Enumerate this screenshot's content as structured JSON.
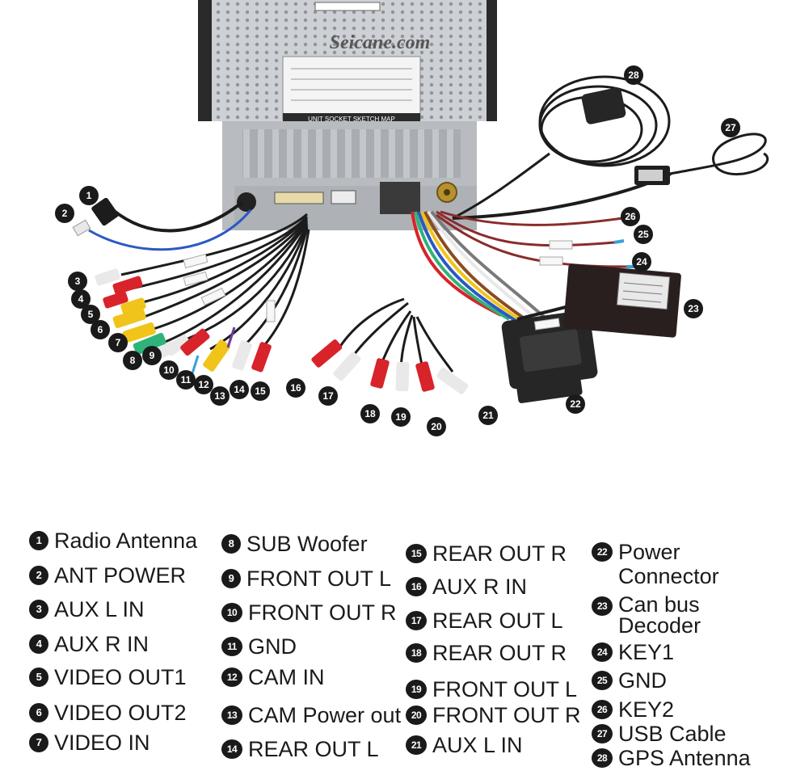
{
  "watermark": "Seicane.com",
  "unit_label": "UNIT SOCKET SKETCH MAP",
  "colors": {
    "chassis": "#c9ccd0",
    "cable_black": "#1c1c1c",
    "rca_red": "#d8232a",
    "rca_white": "#e9e9e9",
    "rca_yellow": "#f0c419",
    "rca_green": "#2fb37a",
    "tip_blue": "#3aa0d8"
  },
  "legend": [
    {
      "num": "1",
      "label": "Radio  Antenna"
    },
    {
      "num": "2",
      "label": "ANT POWER"
    },
    {
      "num": "3",
      "label": "AUX L IN"
    },
    {
      "num": "4",
      "label": "AUX R IN"
    },
    {
      "num": "5",
      "label": "VIDEO OUT1"
    },
    {
      "num": "6",
      "label": "VIDEO OUT2"
    },
    {
      "num": "7",
      "label": "VIDEO IN"
    },
    {
      "num": "8",
      "label": "SUB Woofer"
    },
    {
      "num": "9",
      "label": "FRONT OUT L"
    },
    {
      "num": "10",
      "label": "FRONT OUT R"
    },
    {
      "num": "11",
      "label": "GND"
    },
    {
      "num": "12",
      "label": "CAM  IN"
    },
    {
      "num": "13",
      "label": "CAM Power out"
    },
    {
      "num": "14",
      "label": "REAR OUT L"
    },
    {
      "num": "15",
      "label": "REAR OUT R"
    },
    {
      "num": "16",
      "label": "AUX R IN"
    },
    {
      "num": "17",
      "label": "REAR OUT L"
    },
    {
      "num": "18",
      "label": "REAR OUT R"
    },
    {
      "num": "19",
      "label": "FRONT OUT L"
    },
    {
      "num": "20",
      "label": "FRONT OUT R"
    },
    {
      "num": "21",
      "label": "AUX L IN"
    },
    {
      "num": "22",
      "label": "Power",
      "label2": "Connector"
    },
    {
      "num": "23",
      "label": "Can bus",
      "label2": "Decoder"
    },
    {
      "num": "24",
      "label": "KEY1"
    },
    {
      "num": "25",
      "label": "GND"
    },
    {
      "num": "26",
      "label": "KEY2"
    },
    {
      "num": "27",
      "label": "USB Cable"
    },
    {
      "num": "28",
      "label": "GPS Antenna"
    }
  ],
  "callouts": [
    "1",
    "2",
    "3",
    "4",
    "5",
    "6",
    "7",
    "8",
    "9",
    "10",
    "11",
    "12",
    "13",
    "14",
    "15",
    "16",
    "17",
    "18",
    "19",
    "20",
    "21",
    "22",
    "23",
    "24",
    "25",
    "26",
    "27",
    "28"
  ]
}
